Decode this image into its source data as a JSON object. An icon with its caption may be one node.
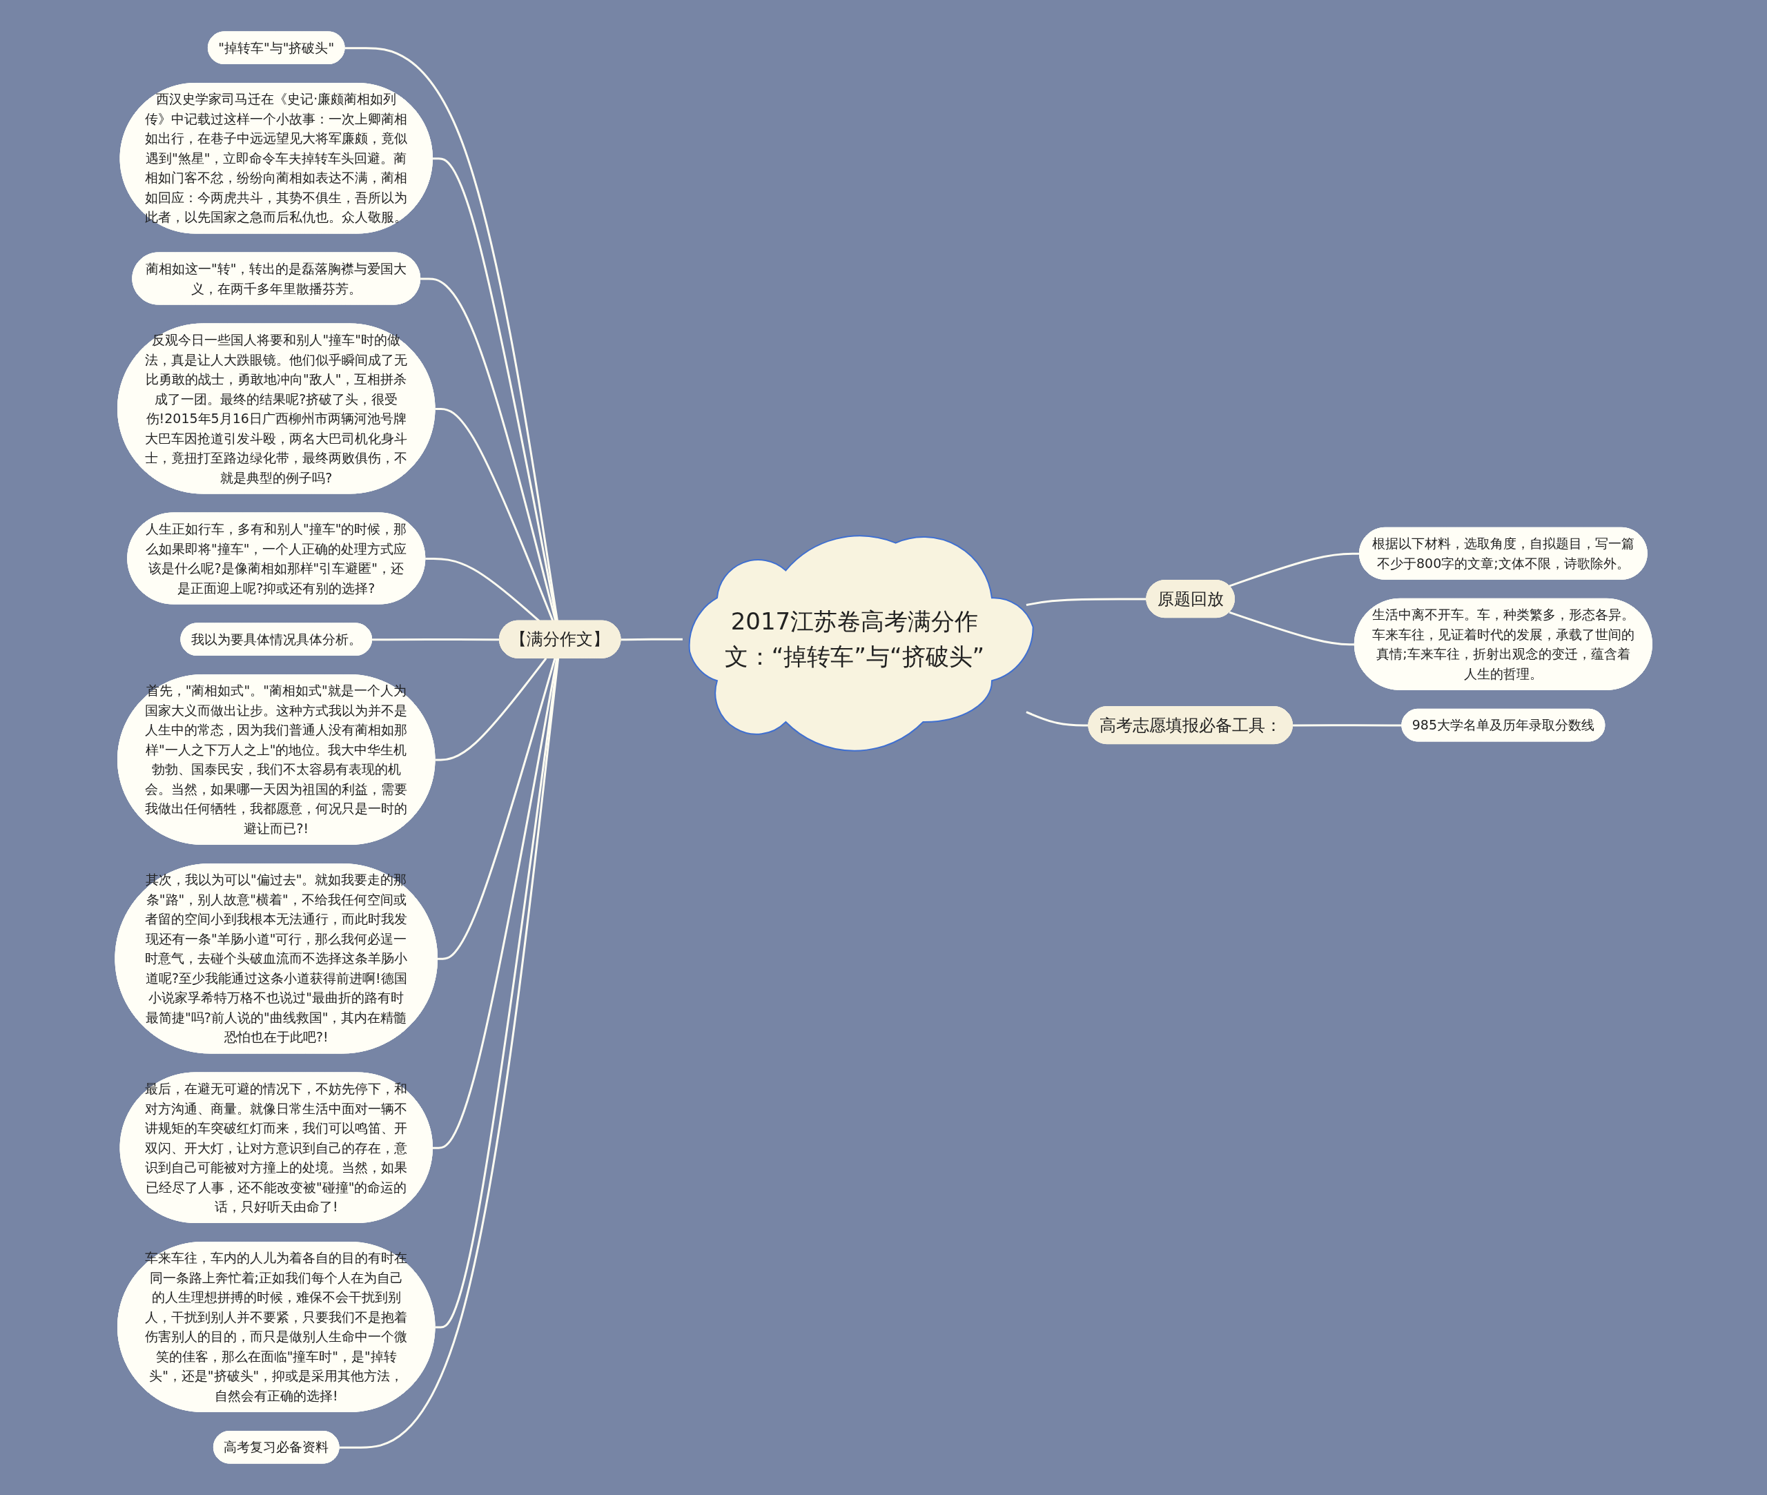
{
  "diagram": {
    "nodes": [
      {
        "text": [
          "2017江苏卷高考满分作文：“掉转车”与“挤破头”"
        ]
      },
      {
        "text": [
          "【满分作文】"
        ]
      },
      {
        "text": [
          "\"掉转车\"与\"挤破头\""
        ]
      },
      {
        "text": [
          "西汉史学家司马迁在《史记·廉颇蔺相如列传》中记载过这样一个小故事：一次上卿蔺相如出行，在巷子中远远望见大将军廉颇，竟似遇到\"煞星\"，立即命令车夫掉转车头回避。蔺相如门客不忿，纷纷向蔺相如表达不满，蔺相如回应：今两虎共斗，其势不俱生，吾所以为此者，以先国家之急而后私仇也。众人敬服。"
        ]
      },
      {
        "text": [
          "蔺相如这一\"转\"，转出的是磊落胸襟与爱国大义，在两千多年里散播芬芳。"
        ]
      },
      {
        "text": [
          "反观今日一些国人将要和别人\"撞车\"时的做法，真是让人大跌眼镜。他们似乎瞬间成了无比勇敢的战士，勇敢地冲向\"敌人\"，互相拼杀成了一团。最终的结果呢?挤破了头，很受伤!2015年5月16日广西柳州市两辆河池号牌大巴车因抢道引发斗殴，两名大巴司机化身斗士，竟扭打至路边绿化带，最终两败俱伤，不就是典型的例子吗?"
        ]
      },
      {
        "text": [
          "人生正如行车，多有和别人\"撞车\"的时候，那么如果即将\"撞车\"，一个人正确的处理方式应该是什么呢?是像蔺相如那样\"引车避匿\"，还是正面迎上呢?抑或还有别的选择?"
        ]
      },
      {
        "text": [
          "我以为要具体情况具体分析。"
        ]
      },
      {
        "text": [
          "首先，\"蔺相如式\"。\"蔺相如式\"就是一个人为国家大义而做出让步。这种方式我以为并不是人生中的常态，因为我们普通人没有蔺相如那样\"一人之下万人之上\"的地位。我大中华生机勃勃、国泰民安，我们不太容易有表现的机会。当然，如果哪一天因为祖国的利益，需要我做出任何牺牲，我都愿意，何况只是一时的避让而已?!"
        ]
      },
      {
        "text": [
          "其次，我以为可以\"偏过去\"。就如我要走的那条\"路\"，别人故意\"横着\"，不给我任何空间或者留的空间小到我根本无法通行，而此时我发现还有一条\"羊肠小道\"可行，那么我何必逞一时意气，去碰个头破血流而不选择这条羊肠小道呢?至少我能通过这条小道获得前进啊!德国小说家孚希特万格不也说过\"最曲折的路有时最简捷\"吗?前人说的\"曲线救国\"，其内在精髓恐怕也在于此吧?!"
        ]
      },
      {
        "text": [
          "最后，在避无可避的情况下，不妨先停下，和对方沟通、商量。就像日常生活中面对一辆不讲规矩的车突破红灯而来，我们可以鸣笛、开双闪、开大灯，让对方意识到自己的存在，意识到自己可能被对方撞上的处境。当然，如果已经尽了人事，还不能改变被\"碰撞\"的命运的话，只好听天由命了!"
        ]
      },
      {
        "text": [
          "车来车往，车内的人儿为着各自的目的有时在同一条路上奔忙着;正如我们每个人在为自己的人生理想拼搏的时候，难保不会干扰到别人，干扰到别人并不要紧，只要我们不是抱着伤害别人的目的，而只是做别人生命中一个微笑的佳客，那么在面临\"撞车时\"，是\"掉转头\"，还是\"挤破头\"，抑或是采用其他方法，自然会有正确的选择!"
        ]
      },
      {
        "text": [
          "高考复习必备资料"
        ]
      },
      {
        "text": [
          "原题回放"
        ]
      },
      {
        "text": [
          "根据以下材料，选取角度，自拟题目，写一篇不少于800字的文章;文体不限，诗歌除外。"
        ]
      },
      {
        "text": [
          "生活中离不开车。车，种类繁多，形态各异。车来车往，见证着时代的发展，承载了世间的真情;车来车往，折射出观念的变迁，蕴含着人生的哲理。"
        ]
      },
      {
        "text": [
          "高考志愿填报必备工具："
        ]
      },
      {
        "text": [
          "985大学名单及历年录取分数线"
        ]
      }
    ],
    "edges": [
      {
        "from": 2,
        "to": 1,
        "arrow": "none"
      },
      {
        "from": 3,
        "to": 1,
        "arrow": "none"
      },
      {
        "from": 4,
        "to": 1,
        "arrow": "none"
      },
      {
        "from": 5,
        "to": 1,
        "arrow": "none"
      },
      {
        "from": 6,
        "to": 1,
        "arrow": "none"
      },
      {
        "from": 7,
        "to": 1,
        "arrow": "none"
      },
      {
        "from": 8,
        "to": 1,
        "arrow": "none"
      },
      {
        "from": 9,
        "to": 1,
        "arrow": "none"
      },
      {
        "from": 10,
        "to": 1,
        "arrow": "none"
      },
      {
        "from": 11,
        "to": 1,
        "arrow": "none"
      },
      {
        "from": 12,
        "to": 1,
        "arrow": "none"
      },
      {
        "from": 1,
        "to": 0,
        "arrow": "none"
      },
      {
        "from": 0,
        "to": 13,
        "arrow": "none"
      },
      {
        "from": 13,
        "to": 14,
        "arrow": "none"
      },
      {
        "from": 13,
        "to": 15,
        "arrow": "none"
      },
      {
        "from": 0,
        "to": 16,
        "arrow": "none"
      },
      {
        "from": 16,
        "to": 17,
        "arrow": "none"
      }
    ]
  }
}
